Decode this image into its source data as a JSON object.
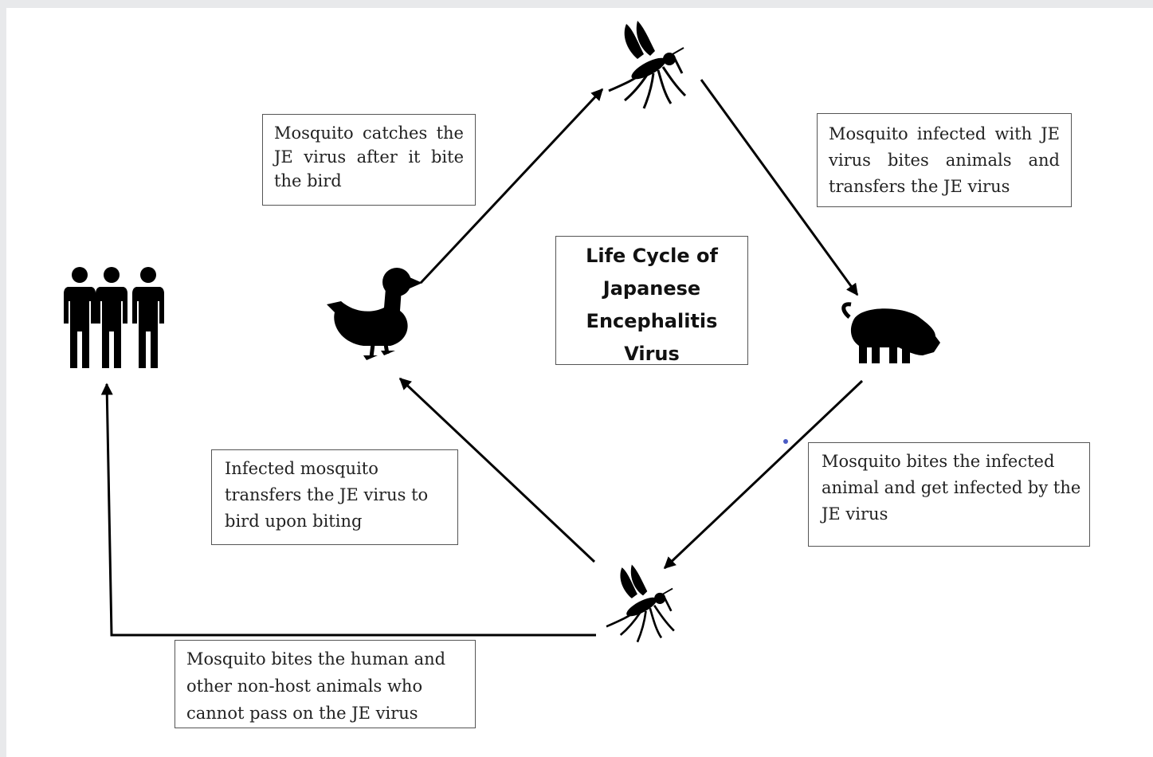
{
  "title": {
    "lines": [
      "Life Cycle of",
      "Japanese",
      "Encephalitis",
      "Virus"
    ]
  },
  "boxes": {
    "mosquito_bird": {
      "lines": [
        "Mosquito catches the",
        "JE virus after it bite",
        "the bird"
      ]
    },
    "mosquito_animal": {
      "lines": [
        "Mosquito infected with JE",
        "virus bites animals and",
        "transfers the JE virus"
      ]
    },
    "animal_mosquito": {
      "lines": [
        "Mosquito bites the infected",
        "animal and get infected by the",
        "JE virus"
      ]
    },
    "bird_transfer": {
      "lines": [
        "Infected mosquito",
        "transfers the JE virus to",
        "bird upon biting"
      ]
    },
    "human": {
      "lines": [
        "Mosquito bites the human and",
        "other non-host animals who",
        "cannot pass on the JE virus"
      ]
    }
  },
  "icons": [
    "people-icon",
    "duck-icon",
    "mosquito-icon",
    "pig-icon"
  ],
  "colors": {
    "ink": "#000000",
    "box_border": "#555555",
    "frame": "#e8e9eb",
    "dot": "#4a5bc4"
  }
}
